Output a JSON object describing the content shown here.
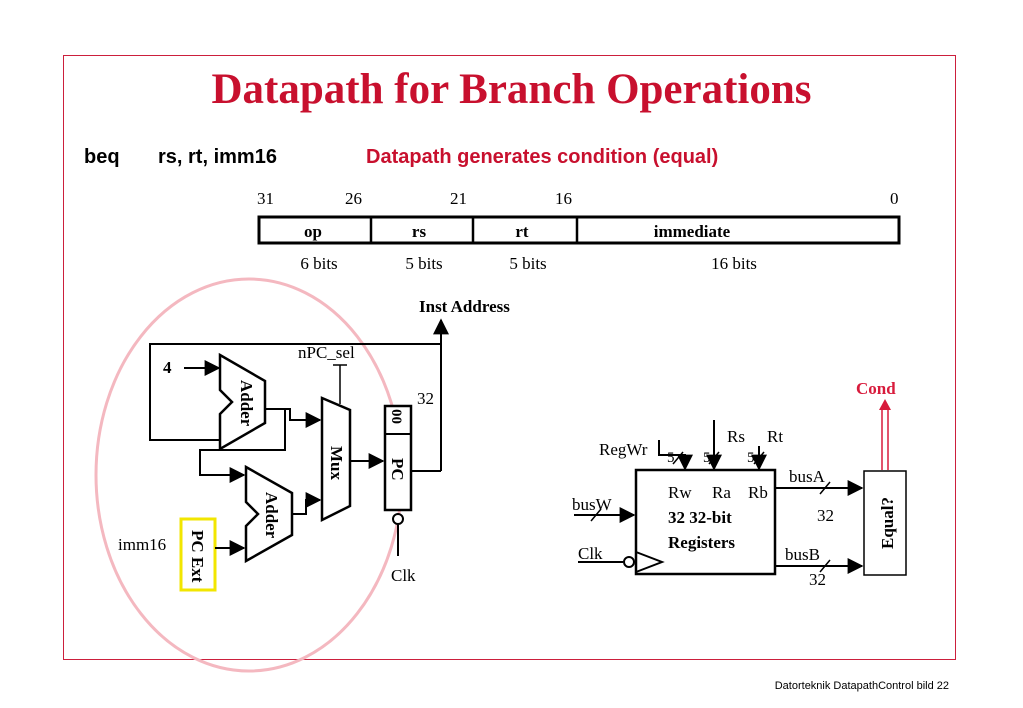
{
  "title": "Datapath for Branch Operations",
  "instruction": {
    "mnemonic": "beq",
    "operands": "rs, rt, imm16",
    "note": "Datapath generates condition (equal)"
  },
  "format": {
    "bit_positions": [
      "31",
      "26",
      "21",
      "16",
      "0"
    ],
    "fields": [
      "op",
      "rs",
      "rt",
      "immediate"
    ],
    "widths": [
      "6 bits",
      "5 bits",
      "5 bits",
      "16 bits"
    ]
  },
  "datapath": {
    "inst_address": "Inst Address",
    "npc_sel": "nPC_sel",
    "const_four": "4",
    "adder_label": "Adder",
    "mux_label": "Mux",
    "pc_label": "PC",
    "pc_zero_bits": "00",
    "pc_width": "32",
    "clk": "Clk",
    "imm16": "imm16",
    "pc_ext": "PC Ext",
    "regwr": "RegWr",
    "rs": "Rs",
    "rt": "Rt",
    "five": "5",
    "busw": "busW",
    "rw": "Rw",
    "ra": "Ra",
    "rb": "Rb",
    "reg_line1": "32 32-bit",
    "reg_line2": "Registers",
    "busa": "busA",
    "busb": "busB",
    "width32": "32",
    "equal": "Equal?",
    "cond": "Cond"
  },
  "footer": "Datorteknik DatapathControl bild 22",
  "colors": {
    "title": "#c8102e",
    "frame": "#cc1f3c",
    "highlight_ellipse": "#f4b8c0",
    "pc_ext_box": "#f2e600",
    "cond": "#d81b3c"
  }
}
